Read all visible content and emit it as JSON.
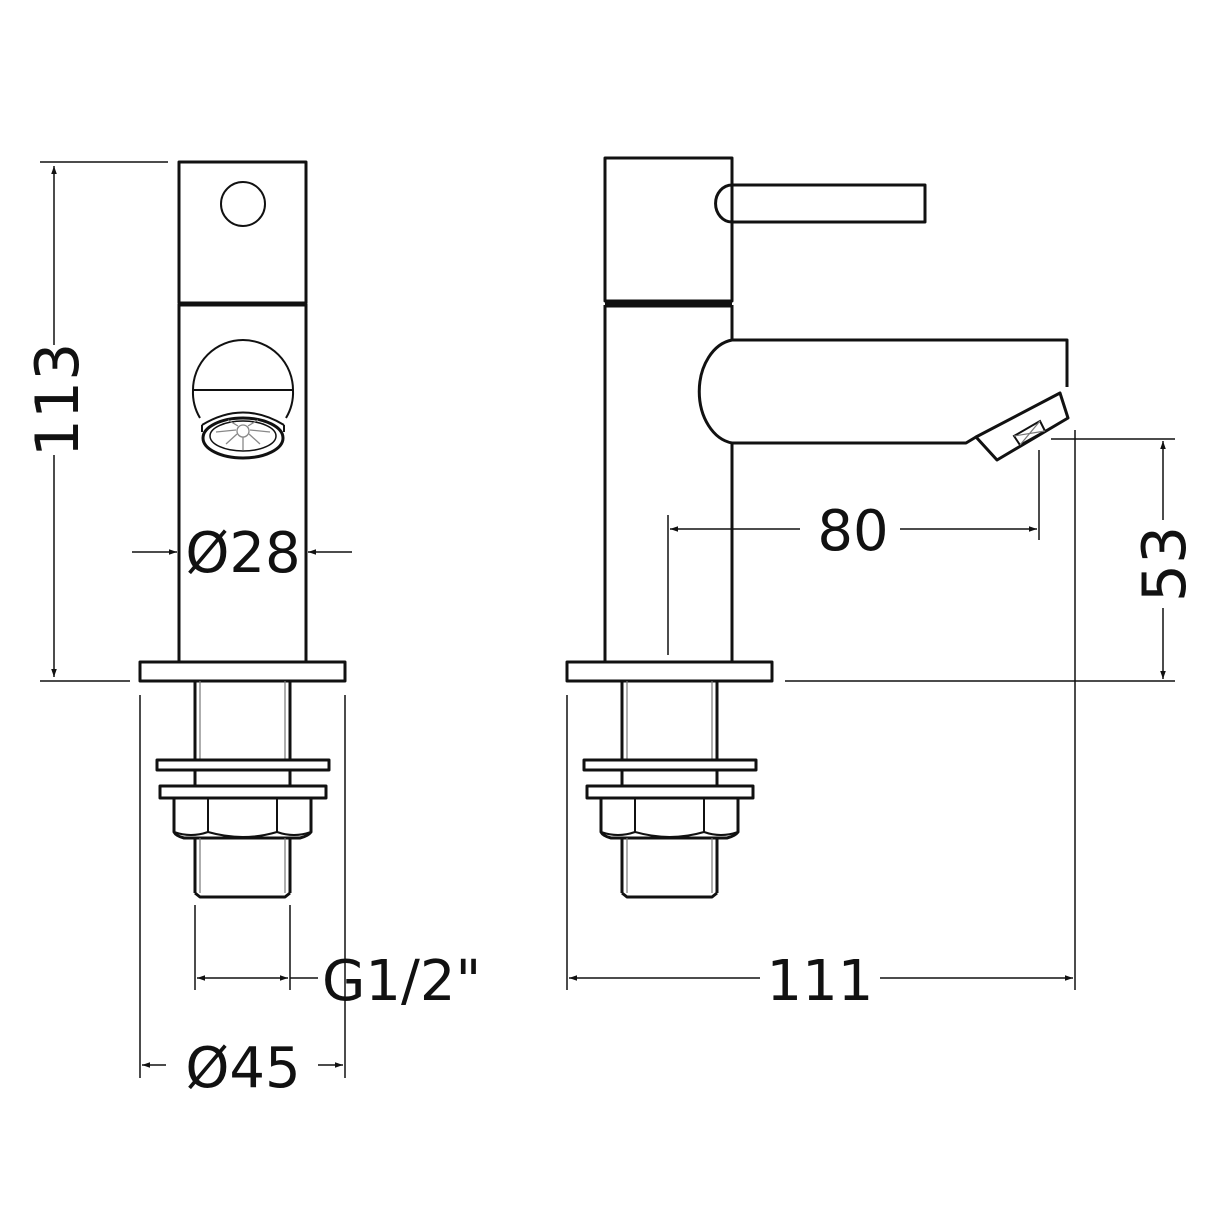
{
  "drawing": {
    "title": "Basin tap technical drawing",
    "views": [
      "front-view",
      "side-view"
    ],
    "line_color": "#111111",
    "background": "#ffffff"
  },
  "dimensions": {
    "overall_height": "113",
    "body_diameter": "Ø28",
    "spout_projection": "80",
    "spout_height": "53",
    "connection_thread": "G1/2\"",
    "base_diameter": "Ø45",
    "overall_depth": "111"
  }
}
